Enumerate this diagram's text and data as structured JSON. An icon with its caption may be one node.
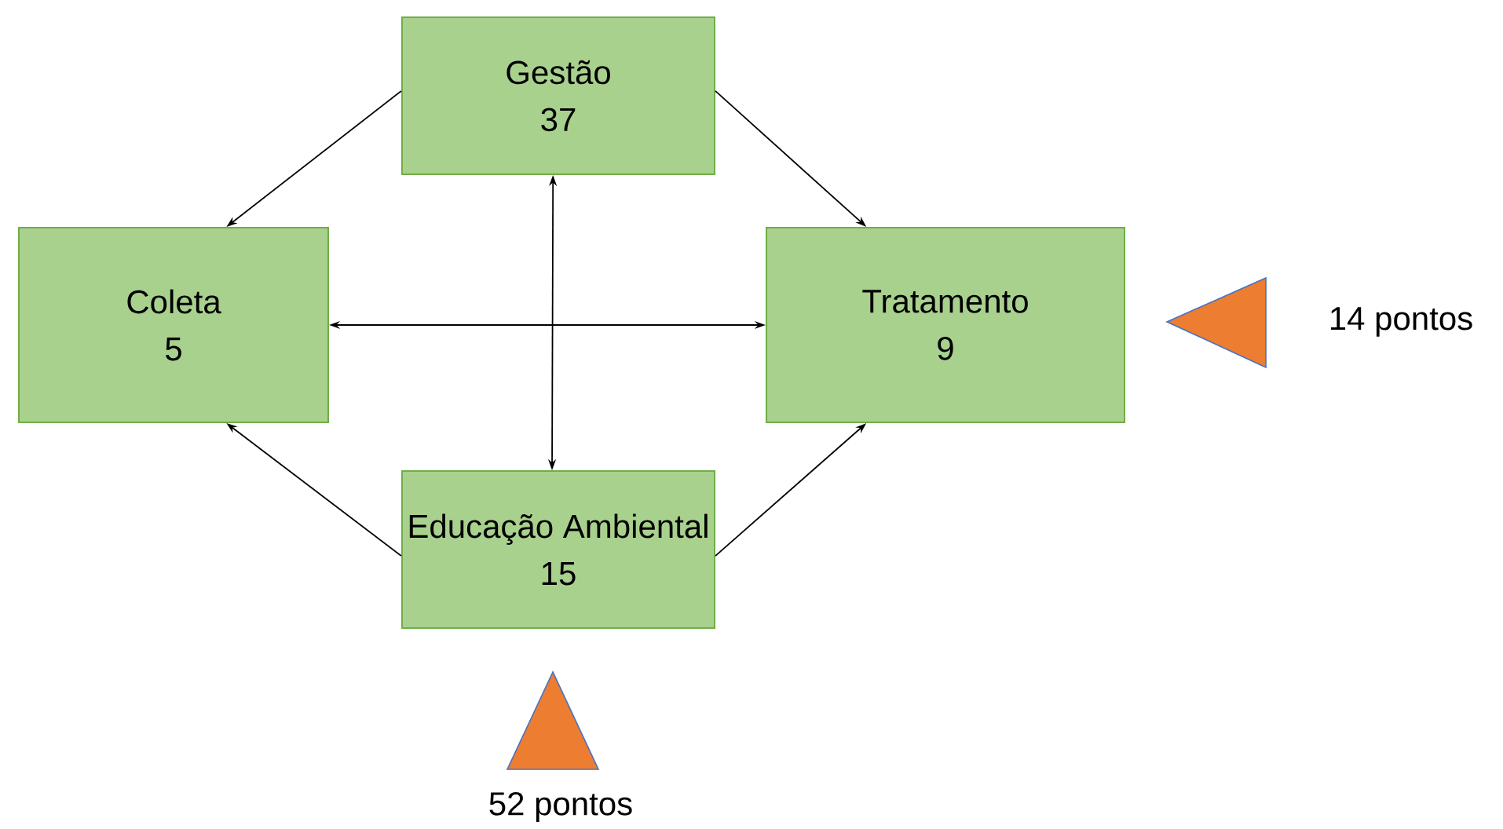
{
  "diagram": {
    "nodes": [
      {
        "text": [
          "Gestão",
          "37"
        ]
      },
      {
        "text": [
          "Coleta",
          "5"
        ]
      },
      {
        "text": [
          "Tratamento",
          "9"
        ]
      },
      {
        "text": [
          "Educação Ambiental",
          "15"
        ]
      },
      {
        "text": [],
        "shape": "triangle",
        "beside": [
          "14 pontos"
        ]
      },
      {
        "text": [],
        "shape": "triangle",
        "beside": [
          "52 pontos"
        ]
      }
    ],
    "edges": [
      {
        "from": 0,
        "to": 1,
        "arrow": "to"
      },
      {
        "from": 0,
        "to": 2,
        "arrow": "to"
      },
      {
        "from": 3,
        "to": 1,
        "arrow": "to"
      },
      {
        "from": 3,
        "to": 2,
        "arrow": "to"
      },
      {
        "from": 1,
        "to": 2,
        "arrow": "both"
      },
      {
        "from": 0,
        "to": 3,
        "arrow": "both"
      }
    ]
  }
}
